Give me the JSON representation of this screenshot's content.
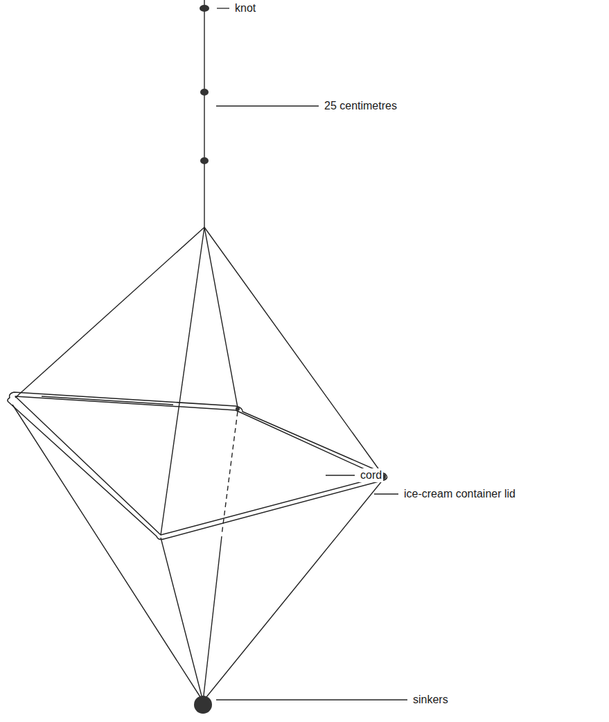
{
  "diagram": {
    "labels": [
      "knot",
      "25 centimetres",
      "cord",
      "ice-cream container lid",
      "sinkers"
    ]
  }
}
